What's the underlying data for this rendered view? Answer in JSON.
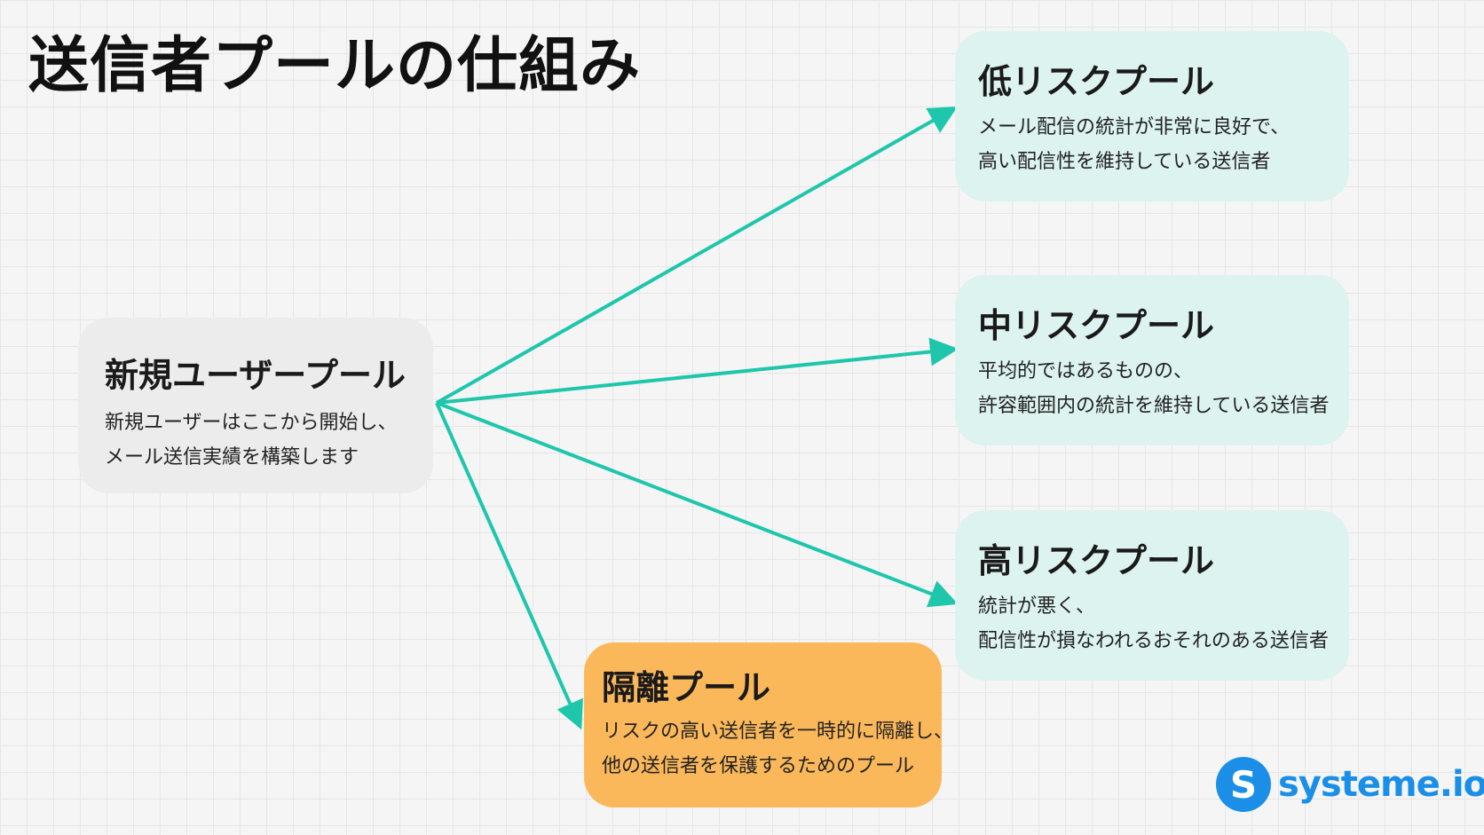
{
  "title": "送信者プールの仕組み",
  "colors": {
    "arrow": "#1ec6ab",
    "new_pool_bg": "#ececec",
    "risk_pool_bg": "#dcf3ef",
    "isolation_pool_bg": "#fbb85b",
    "logo": "#1b8fe8"
  },
  "nodes": {
    "new_users": {
      "title": "新規ユーザープール",
      "desc_line1": "新規ユーザーはここから開始し、",
      "desc_line2": "メール送信実績を構築します"
    },
    "low_risk": {
      "title": "低リスクプール",
      "desc_line1": "メール配信の統計が非常に良好で、",
      "desc_line2": "高い配信性を維持している送信者"
    },
    "mid_risk": {
      "title": "中リスクプール",
      "desc_line1": "平均的ではあるものの、",
      "desc_line2": "許容範囲内の統計を維持している送信者"
    },
    "high_risk": {
      "title": "高リスクプール",
      "desc_line1": "統計が悪く、",
      "desc_line2": "配信性が損なわれるおそれのある送信者"
    },
    "isolation": {
      "title": "隔離プール",
      "desc_line1": "リスクの高い送信者を一時的に隔離し、",
      "desc_line2": "他の送信者を保護するためのプール"
    }
  },
  "edges": [
    {
      "from": "new_users",
      "to": "low_risk"
    },
    {
      "from": "new_users",
      "to": "mid_risk"
    },
    {
      "from": "new_users",
      "to": "high_risk"
    },
    {
      "from": "new_users",
      "to": "isolation"
    }
  ],
  "logo": {
    "mark": "S",
    "text": "systeme.io"
  }
}
